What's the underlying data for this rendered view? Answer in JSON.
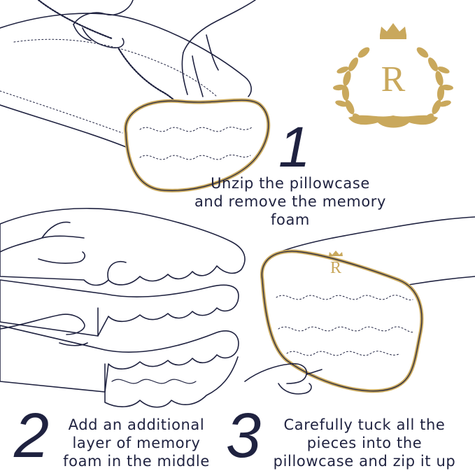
{
  "colors": {
    "ink": "#1f2240",
    "gold": "#c9a85c",
    "gold_dark": "#b89447",
    "foam_fill": "#ffffff"
  },
  "logo": {
    "letter": "R",
    "icon": "crown-laurel-wreath-logo"
  },
  "pillow_emblem": {
    "letter": "R"
  },
  "steps": [
    {
      "number": "1",
      "lines": [
        "Unzip the pillowcase",
        "and remove the memory",
        "foam"
      ]
    },
    {
      "number": "2",
      "lines": [
        "Add an additional",
        "layer of memory",
        "foam in the middle"
      ]
    },
    {
      "number": "3",
      "lines": [
        "Carefully tuck all the",
        "pieces into the",
        "pillowcase and zip it up"
      ]
    }
  ]
}
